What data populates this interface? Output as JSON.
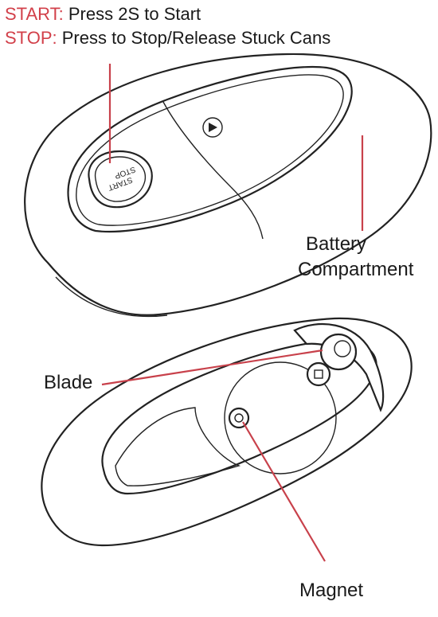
{
  "header": {
    "start_key": "START:",
    "start_text": " Press 2S to Start",
    "stop_key": "STOP:",
    "stop_text": " Press to Stop/Release Stuck Cans"
  },
  "button": {
    "label_top": "START",
    "label_bottom": "STOP"
  },
  "labels": {
    "battery": "Battery",
    "compartment": "Compartment",
    "blade": "Blade",
    "magnet": "Magnet"
  },
  "colors": {
    "accent": "#d2404a",
    "outline": "#222222",
    "text": "#1a1a1a"
  },
  "icons": [
    "play-arrow-icon"
  ]
}
